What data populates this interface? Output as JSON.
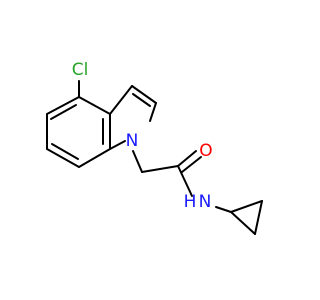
{
  "molecule": {
    "atoms": {
      "cl": {
        "label": "Cl",
        "color": "#28a428"
      },
      "n_ring": {
        "label": "N",
        "color": "#1a1aff"
      },
      "o": {
        "label": "O",
        "color": "#ff0000"
      },
      "nh": {
        "label": "N",
        "color": "#1a1aff"
      },
      "h": {
        "label": "H",
        "color": "#1a1aff"
      }
    }
  }
}
